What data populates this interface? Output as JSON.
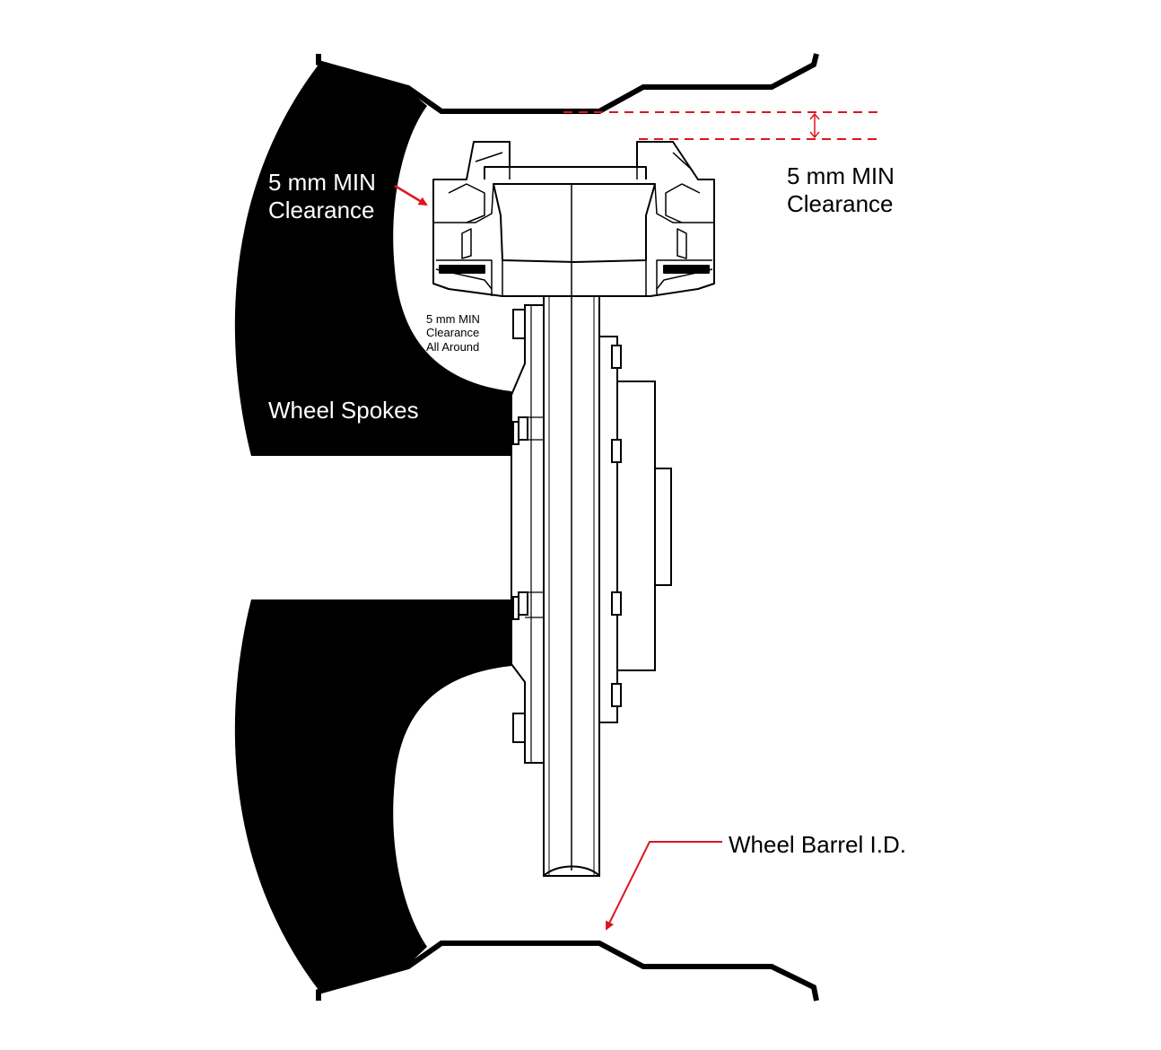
{
  "labels": {
    "left_clearance_line1": "5 mm MIN",
    "left_clearance_line2": "Clearance",
    "right_clearance_line1": "5 mm MIN",
    "right_clearance_line2": "Clearance",
    "around_line1": "5 mm MIN",
    "around_line2": "Clearance",
    "around_line3": "All Around",
    "spokes": "Wheel Spokes",
    "barrel": "Wheel Barrel I.D."
  },
  "colors": {
    "ink": "#000000",
    "annotation": "#e0141e",
    "background": "#ffffff"
  }
}
